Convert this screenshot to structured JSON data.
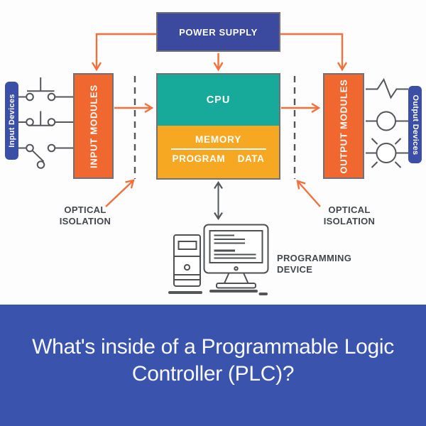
{
  "diagram": {
    "power_supply": "POWER SUPPLY",
    "cpu": "CPU",
    "memory": "MEMORY",
    "program": "PROGRAM",
    "data": "DATA",
    "input_modules": "INPUT MODULES",
    "output_modules": "OUTPUT MODULES",
    "input_devices": "Input Devices",
    "output_devices": "Output Devices",
    "optical_isolation_left": "OPTICAL ISOLATION",
    "optical_isolation_right": "OPTICAL ISOLATION",
    "programming_device": "PROGRAMMING DEVICE"
  },
  "banner": {
    "title_line1": "What's inside of a Programmable Logic",
    "title_line2": "Controller (PLC)?"
  },
  "icons": {
    "input_device_symbols": [
      "normally-open-pushbutton-icon",
      "normally-closed-pushbutton-icon",
      "limit-switch-icon"
    ],
    "output_device_symbols": [
      "resistor-icon",
      "solenoid-icon",
      "lamp-icon"
    ],
    "programming_device_symbol": "desktop-computer-icon"
  },
  "colors": {
    "power_supply_blue": "#3b4a9e",
    "module_orange": "#f0682f",
    "cpu_teal": "#17a99a",
    "memory_amber": "#f7a823",
    "device_pill_blue": "#3a4fa5",
    "banner_blue": "#3a53ac",
    "arrow_orange": "#f3703d",
    "line_gray": "#55565a",
    "label_dark": "#43464b",
    "box_border_gray": "#717175",
    "illustration_gray": "#4e5052",
    "white": "#ffffff"
  }
}
